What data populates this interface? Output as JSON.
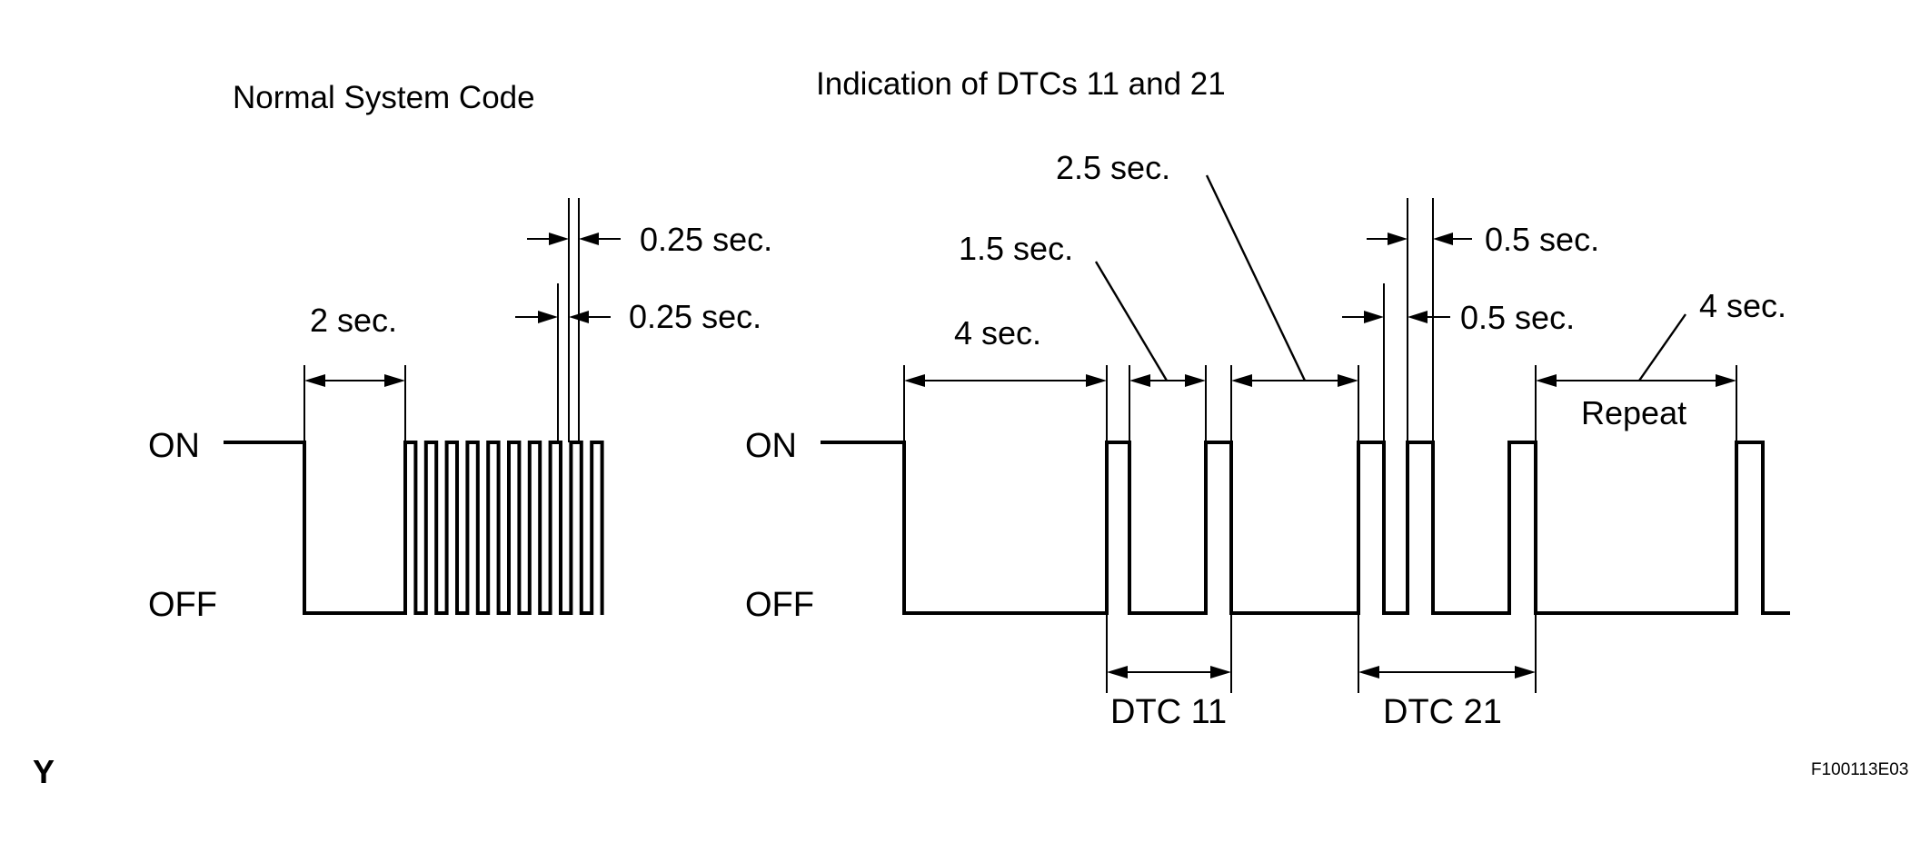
{
  "left": {
    "heading": "Normal System Code",
    "on_label": "ON",
    "off_label": "OFF",
    "dim_initial": "2 sec.",
    "dim_on_pulse": "0.25 sec.",
    "dim_off_pulse": "0.25 sec."
  },
  "right": {
    "heading": "Indication of DTCs 11 and 21",
    "on_label": "ON",
    "off_label": "OFF",
    "dim_initial": "4 sec.",
    "dim_digit_gap": "1.5 sec.",
    "dim_code_gap": "2.5 sec.",
    "dim_on_pulse": "0.5 sec.",
    "dim_off_pulse": "0.5 sec.",
    "dim_repeat_time": "4 sec.",
    "repeat_label": "Repeat",
    "code1_label": "DTC 11",
    "code2_label": "DTC 21"
  },
  "corner_mark": "Y",
  "figure_ref": "F100113E03"
}
